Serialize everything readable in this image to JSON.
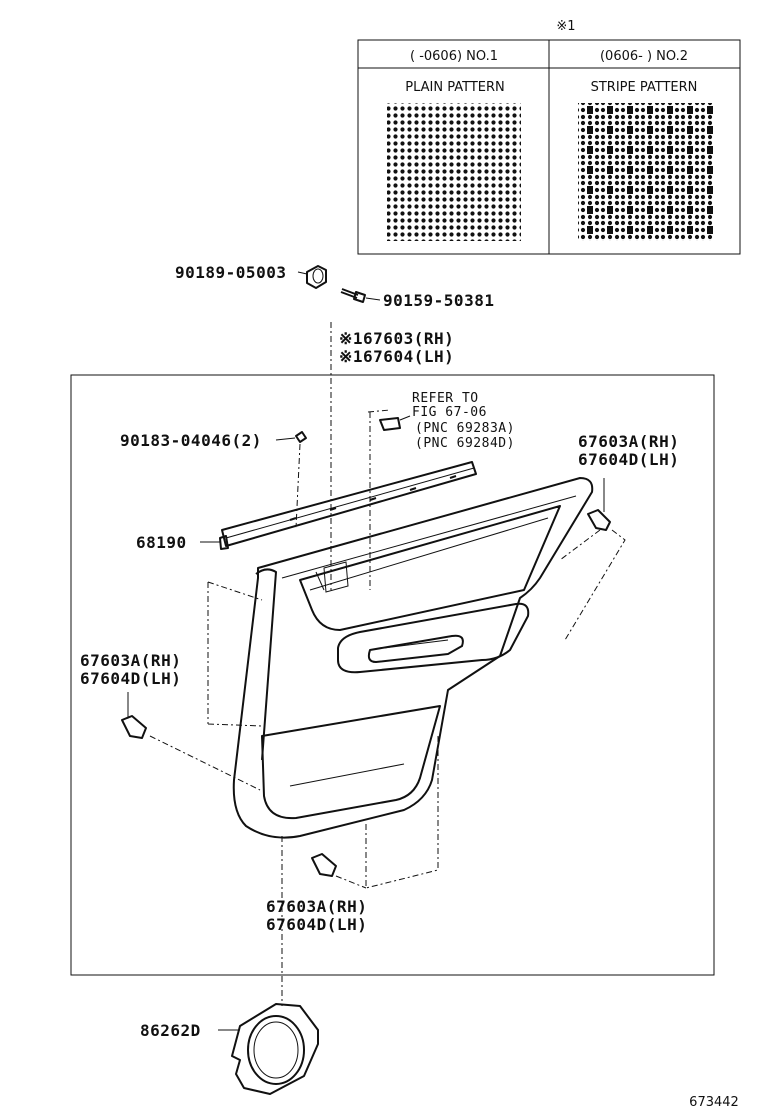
{
  "table": {
    "note_mark": "※1",
    "col1_header": "(      -0606) NO.1",
    "col2_header": "(0606-       ) NO.2",
    "col1_pattern": "PLAIN PATTERN",
    "col2_pattern": "STRIPE PATTERN"
  },
  "labels": {
    "screw_cap": "90189-05003",
    "screw": "90159-50381",
    "trim_board_rh": "※167603(RH)",
    "trim_board_lh": "※167604(LH)",
    "refer_line1": "REFER TO",
    "refer_line2": "FIG 67-06",
    "pnc1": "(PNC 69283A)",
    "pnc2": "(PNC 69284D)",
    "clip_small": "90183-04046(2)",
    "clip_right_rh": "67603A(RH)",
    "clip_right_lh": "67604D(LH)",
    "weatherstrip": "68190",
    "clip_left_rh": "67603A(RH)",
    "clip_left_lh": "67604D(LH)",
    "clip_bottom_rh": "67603A(RH)",
    "clip_bottom_lh": "67604D(LH)",
    "speaker_cover": "86262D",
    "figure_number": "673442"
  }
}
